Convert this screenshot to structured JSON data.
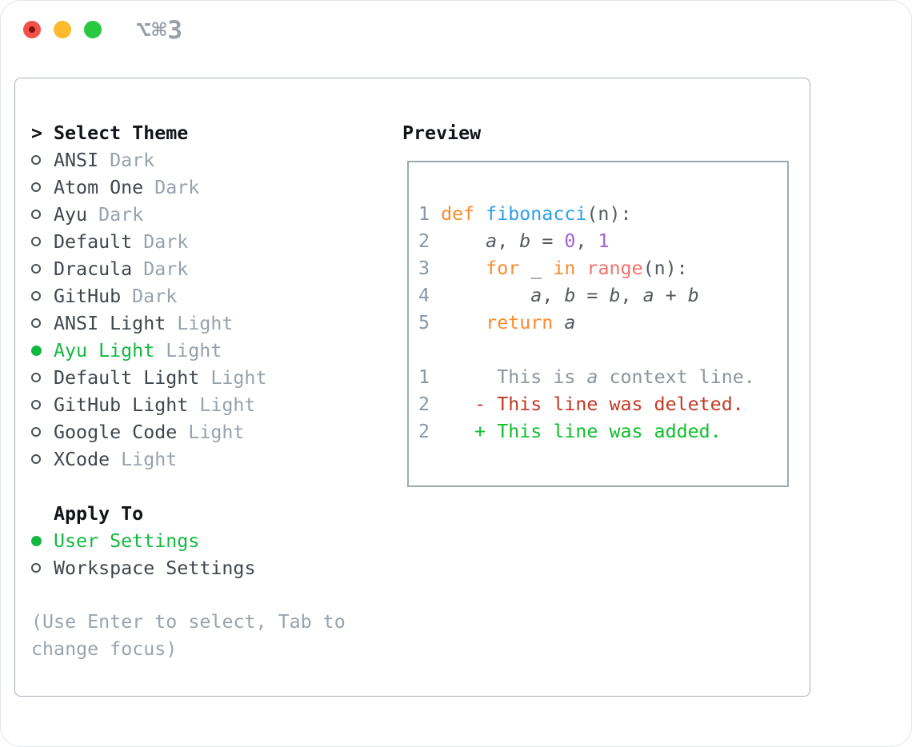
{
  "titlebar": {
    "shortcut": "⌥⌘3"
  },
  "theme_selector": {
    "prompt": ">",
    "header": "Select Theme",
    "items": [
      {
        "label": "ANSI",
        "tag": "Dark",
        "selected": false
      },
      {
        "label": "Atom One",
        "tag": "Dark",
        "selected": false
      },
      {
        "label": "Ayu",
        "tag": "Dark",
        "selected": false
      },
      {
        "label": "Default",
        "tag": "Dark",
        "selected": false
      },
      {
        "label": "Dracula",
        "tag": "Dark",
        "selected": false
      },
      {
        "label": "GitHub",
        "tag": "Dark",
        "selected": false
      },
      {
        "label": "ANSI Light",
        "tag": "Light",
        "selected": false
      },
      {
        "label": "Ayu Light",
        "tag": "Light",
        "selected": true
      },
      {
        "label": "Default Light",
        "tag": "Light",
        "selected": false
      },
      {
        "label": "GitHub Light",
        "tag": "Light",
        "selected": false
      },
      {
        "label": "Google Code",
        "tag": "Light",
        "selected": false
      },
      {
        "label": "XCode",
        "tag": "Light",
        "selected": false
      }
    ]
  },
  "apply_to": {
    "header": "Apply To",
    "options": [
      {
        "label": "User Settings",
        "selected": true
      },
      {
        "label": "Workspace Settings",
        "selected": false
      }
    ]
  },
  "help": {
    "line1": "(Use Enter to select, Tab to",
    "line2": "change focus)"
  },
  "preview": {
    "header": "Preview",
    "lines": [
      [
        {
          "t": "1 ",
          "c": "ln"
        },
        {
          "t": "def ",
          "c": "kw"
        },
        {
          "t": "fibonacci",
          "c": "fn"
        },
        {
          "t": "(n):",
          "c": "tx"
        }
      ],
      [
        {
          "t": "2 ",
          "c": "ln"
        },
        {
          "t": "    ",
          "c": "tx"
        },
        {
          "t": "a",
          "c": "var"
        },
        {
          "t": ", ",
          "c": "tx"
        },
        {
          "t": "b",
          "c": "var"
        },
        {
          "t": " = ",
          "c": "tx"
        },
        {
          "t": "0",
          "c": "num"
        },
        {
          "t": ", ",
          "c": "tx"
        },
        {
          "t": "1",
          "c": "num"
        }
      ],
      [
        {
          "t": "3 ",
          "c": "ln"
        },
        {
          "t": "    ",
          "c": "tx"
        },
        {
          "t": "for",
          "c": "kw"
        },
        {
          "t": " _ ",
          "c": "tx"
        },
        {
          "t": "in",
          "c": "kw"
        },
        {
          "t": " ",
          "c": "tx"
        },
        {
          "t": "range",
          "c": "call"
        },
        {
          "t": "(n):",
          "c": "tx"
        }
      ],
      [
        {
          "t": "4 ",
          "c": "ln"
        },
        {
          "t": "        ",
          "c": "tx"
        },
        {
          "t": "a",
          "c": "var"
        },
        {
          "t": ", ",
          "c": "tx"
        },
        {
          "t": "b",
          "c": "var"
        },
        {
          "t": " = ",
          "c": "tx"
        },
        {
          "t": "b",
          "c": "var"
        },
        {
          "t": ", ",
          "c": "tx"
        },
        {
          "t": "a",
          "c": "var"
        },
        {
          "t": " + ",
          "c": "tx"
        },
        {
          "t": "b",
          "c": "var"
        }
      ],
      [
        {
          "t": "5 ",
          "c": "ln"
        },
        {
          "t": "    ",
          "c": "tx"
        },
        {
          "t": "return",
          "c": "kw"
        },
        {
          "t": " ",
          "c": "tx"
        },
        {
          "t": "a",
          "c": "var"
        }
      ],
      [],
      [
        {
          "t": "1      ",
          "c": "ln"
        },
        {
          "t": "This is ",
          "c": "ctx"
        },
        {
          "t": "a",
          "c": "ctxit"
        },
        {
          "t": " context line.",
          "c": "ctx"
        }
      ],
      [
        {
          "t": "2    ",
          "c": "ln"
        },
        {
          "t": "- This line was deleted.",
          "c": "del"
        }
      ],
      [
        {
          "t": "2    ",
          "c": "ln"
        },
        {
          "t": "+ This line was added.",
          "c": "add"
        }
      ]
    ]
  },
  "colors": {
    "header": "#101317",
    "item": "#40464d",
    "muted": "#98a2ac",
    "help": "#9aa3ad",
    "marker": "#4b5157",
    "green": "#13b841",
    "panel_border": "#a7afb9",
    "preview_border": "#9fa8b2",
    "ln": "#8a96a1",
    "tx": "#545a60",
    "kw": "#fa8c2e",
    "fn": "#2e9fe6",
    "num": "#a263cf",
    "call": "#f4726b",
    "del": "#c23a23",
    "add": "#0fc02c",
    "ctx": "#8d959d",
    "traffic_red": "#f4504a",
    "traffic_red_dot": "#7e150d",
    "traffic_yellow": "#fcbb2f",
    "traffic_green": "#28c840",
    "title": "#9aa0a8"
  }
}
